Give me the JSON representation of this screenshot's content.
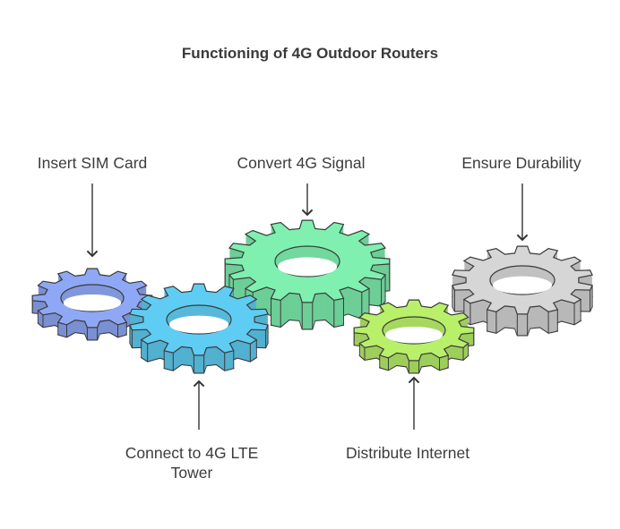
{
  "title": "Functioning of 4G Outdoor Routers",
  "steps": [
    {
      "id": "sim",
      "label": "Insert SIM Card",
      "color": "#8fa8f5"
    },
    {
      "id": "lte",
      "label": "Connect to 4G LTE Tower",
      "color": "#5fcdf3"
    },
    {
      "id": "conv",
      "label": "Convert 4G Signal",
      "color": "#7ff0b0"
    },
    {
      "id": "dist",
      "label": "Distribute Internet",
      "color": "#b8f06a"
    },
    {
      "id": "dur",
      "label": "Ensure Durability",
      "color": "#d6d6d6"
    }
  ]
}
